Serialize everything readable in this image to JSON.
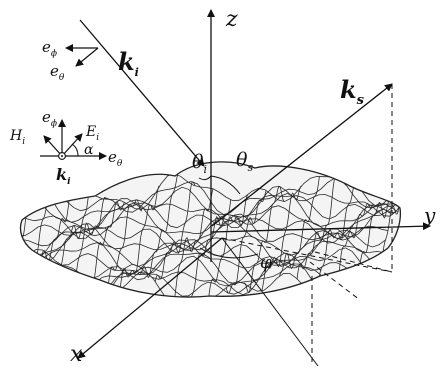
{
  "figure": {
    "axes": {
      "z": "z",
      "y": "y",
      "x": "x"
    },
    "incident_wave": {
      "label": "k",
      "subscript": "i"
    },
    "scattered_wave": {
      "label": "k",
      "subscript": "s"
    },
    "incident_angle": {
      "label": "θ",
      "subscript": "i"
    },
    "scattered_angle": {
      "label": "θ",
      "subscript": "s"
    },
    "azimuth_angle": {
      "label": "φ"
    },
    "basis_top": {
      "e_phi": "e",
      "e_phi_sub": "ϕ",
      "e_theta": "e",
      "e_theta_sub": "θ"
    },
    "polarization_inset": {
      "h": "H",
      "h_sub": "i",
      "e": "E",
      "e_sub": "i",
      "e_phi": "e",
      "e_phi_sub": "ϕ",
      "e_theta": "e",
      "e_theta_sub": "θ",
      "alpha": "α",
      "k": "k",
      "k_sub": "i"
    },
    "colors": {
      "ink": "#111111",
      "mesh": "#2a2a2a"
    }
  }
}
